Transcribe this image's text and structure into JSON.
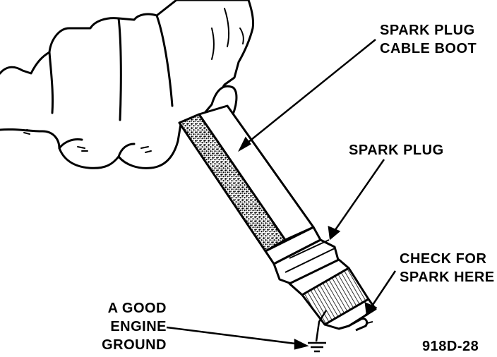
{
  "labels": {
    "cable_boot": [
      "SPARK PLUG",
      "CABLE BOOT"
    ],
    "spark_plug": "SPARK PLUG",
    "check_spark": [
      "CHECK FOR",
      "SPARK HERE"
    ],
    "ground": [
      "A GOOD",
      "ENGINE",
      "GROUND"
    ],
    "figure_code": "918D-28"
  },
  "colors": {
    "ink": "#000000",
    "paper": "#ffffff"
  },
  "icons": [
    "ground-symbol-icon",
    "spark-gap-icon"
  ]
}
